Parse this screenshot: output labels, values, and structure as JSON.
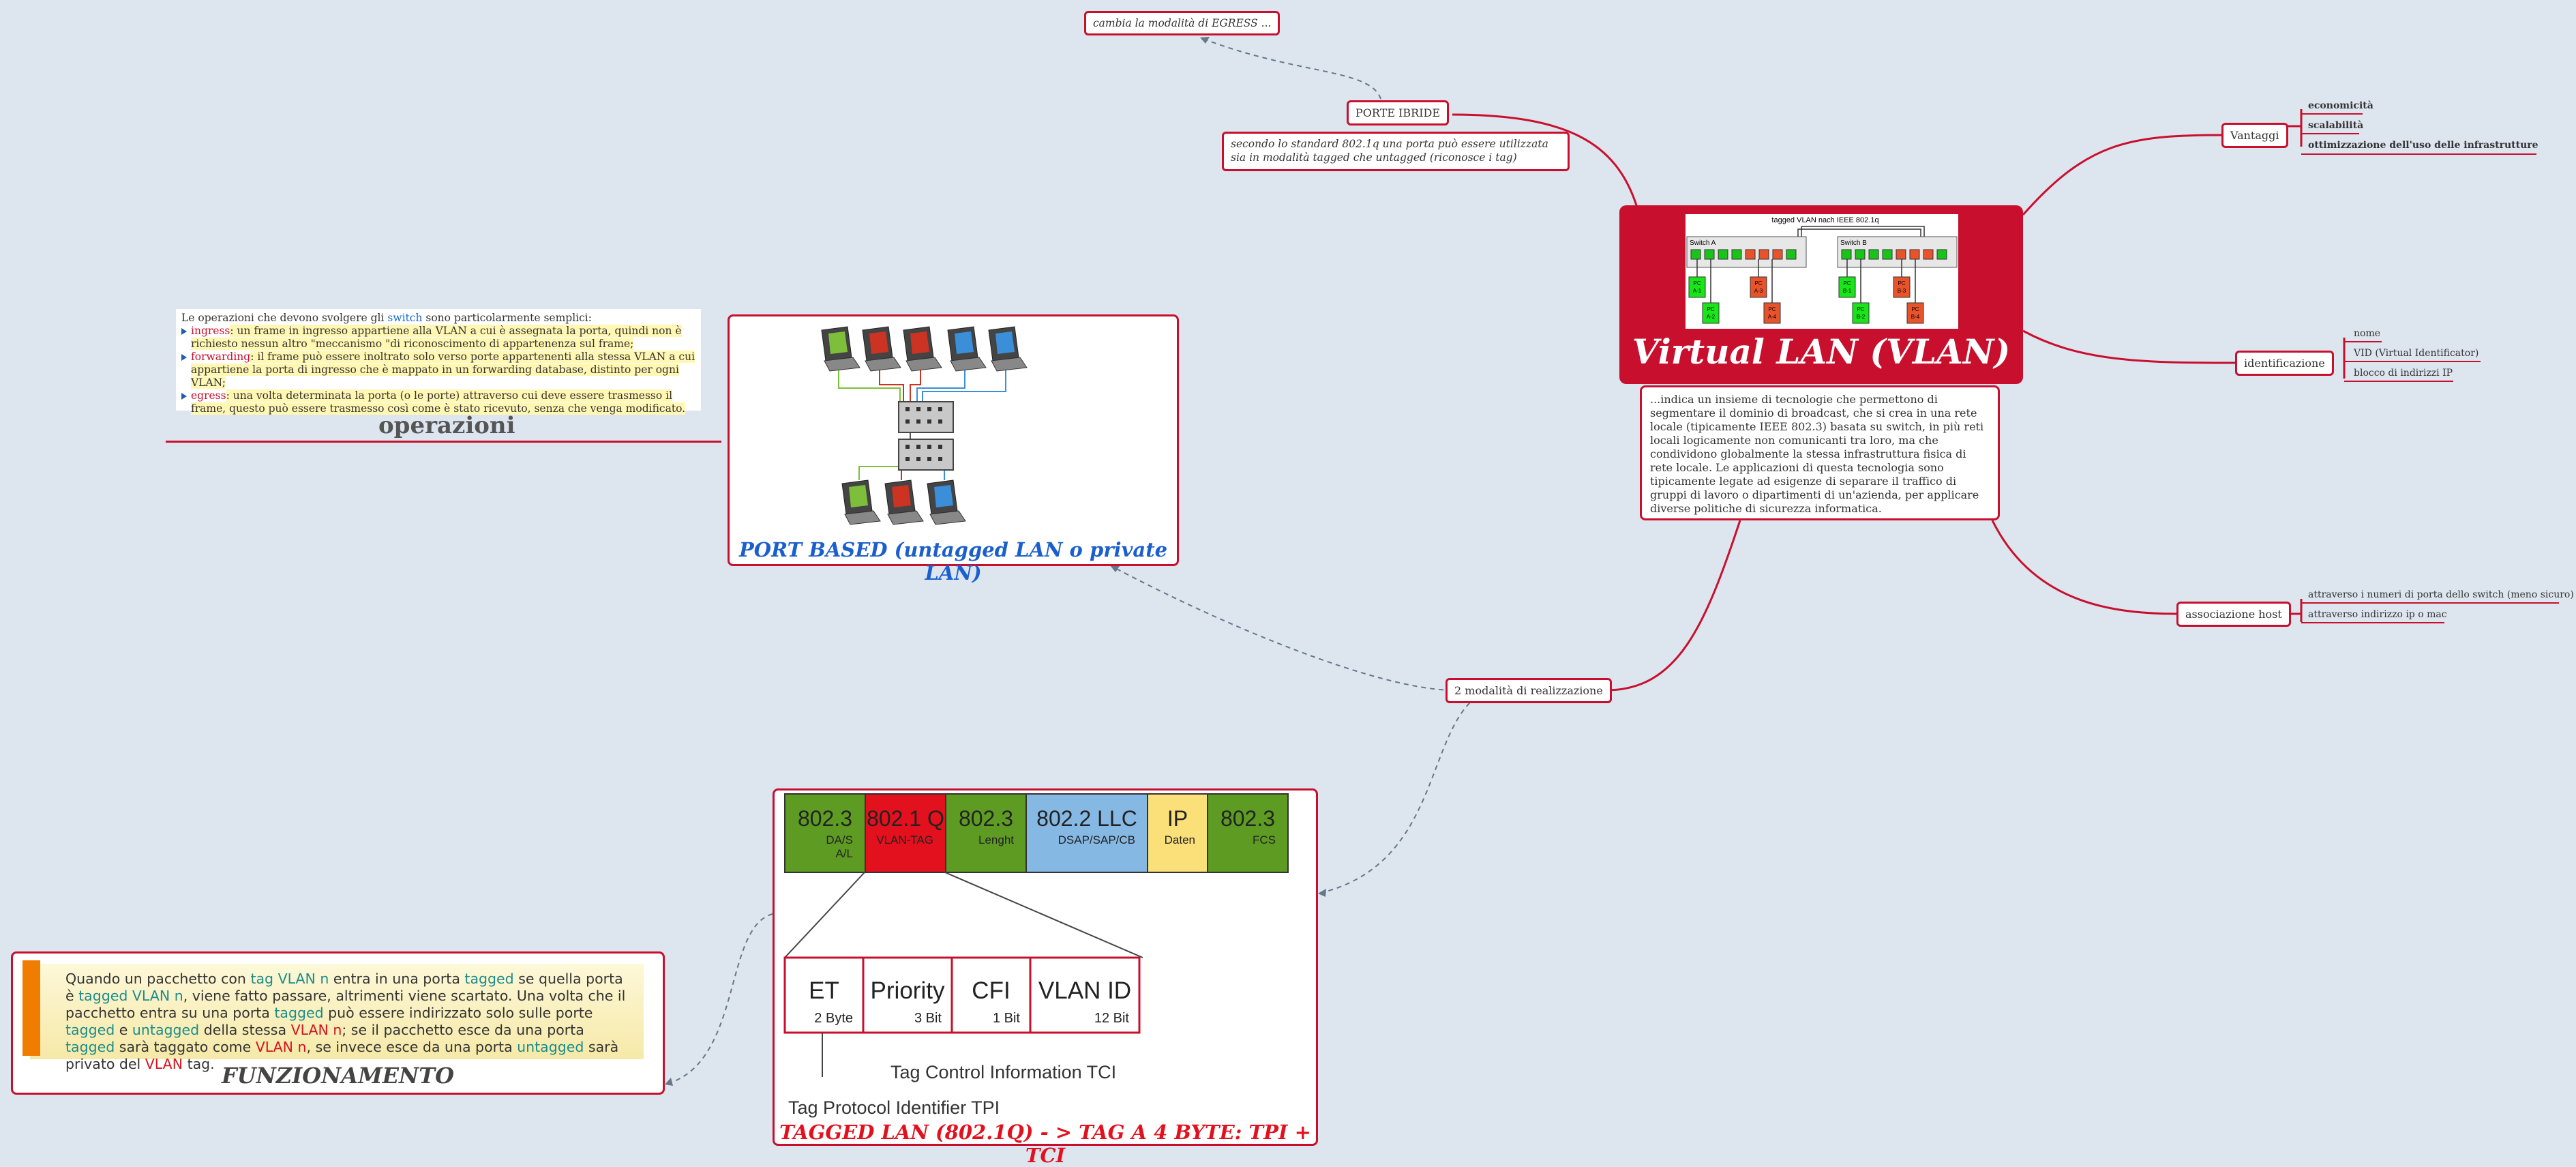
{
  "central": {
    "title": "Virtual LAN (VLAN)",
    "diagram_caption": "tagged VLAN nach IEEE 802.1q",
    "switch_a": "Switch A",
    "switch_b": "Switch B",
    "pcs": [
      "PC A-1",
      "PC A-2",
      "PC A-3",
      "PC A-4",
      "PC B-1",
      "PC B-2",
      "PC B-3",
      "PC B-4"
    ]
  },
  "description": "...indica un insieme di tecnologie che permettono di segmentare il dominio di broadcast, che si crea in una rete locale (tipicamente IEEE 802.3) basata su switch, in più reti locali logicamente non comunicanti tra loro, ma che condividono globalmente la stessa infrastruttura fisica di rete locale. Le applicazioni di questa tecnologia sono tipicamente legate ad esigenze di separare il traffico di gruppi di lavoro o dipartimenti di un'azienda, per applicare diverse politiche di sicurezza informatica.",
  "vantaggi": {
    "label": "Vantaggi",
    "items": [
      "economicità",
      "scalabilità",
      "ottimizzazione dell'uso delle infrastrutture"
    ]
  },
  "identificazione": {
    "label": "identificazione",
    "items": [
      "nome",
      "VID (Virtual Identificator)",
      "blocco di indirizzi IP"
    ]
  },
  "associazione": {
    "label": "associazione host",
    "items": [
      "attraverso i numeri di porta dello switch (meno sicuro)",
      "attraverso indirizzo ip o mac"
    ]
  },
  "porte_ibride": {
    "label": "PORTE IBRIDE",
    "egress_note": "cambia la modalità di EGRESS ...",
    "note": "secondo lo standard 802.1q una porta può essere utilizzata sia in modalità tagged che untagged (riconosce i tag)"
  },
  "modalita": {
    "label": "2 modalità di realizzazione"
  },
  "operazioni": {
    "title": "operazioni",
    "intro_a": "Le operazioni che devono svolgere gli ",
    "intro_switch": "switch",
    "intro_b": " sono particolarmente semplici:",
    "item1_key": "ingress",
    "item1_text": ": un frame in ingresso appartiene alla VLAN a cui è assegnata la porta, quindi non è richiesto nessun altro \"meccanismo \"di riconoscimento di appartenenza sul frame;",
    "item2_key": "forwarding",
    "item2_text": ": il frame può essere inoltrato solo verso porte appartenenti alla stessa VLAN a cui appartiene la porta di ingresso che è mappato in un forwarding database, distinto per ogni VLAN;",
    "item3_key": "egress",
    "item3_text": ": una volta determinata la porta (o le porte) attraverso cui deve essere trasmesso il frame, questo può essere trasmesso così come è stato ricevuto, senza che venga modificato."
  },
  "port_based": {
    "title": "PORT BASED (untagged LAN o private LAN)"
  },
  "tagged": {
    "title": "TAGGED LAN (802.1Q) - > TAG A 4 BYTE: TPI + TCI",
    "frame": [
      {
        "name": "802.3",
        "sub": "DA/S A/L",
        "color": "#5e9b22"
      },
      {
        "name": "802.1 Q",
        "sub": "VLAN-TAG",
        "color": "#e3101e"
      },
      {
        "name": "802.3",
        "sub": "Lenght",
        "color": "#5e9b22"
      },
      {
        "name": "802.2 LLC",
        "sub": "DSAP/SAP/CB",
        "color": "#86b8e4"
      },
      {
        "name": "IP",
        "sub": "Daten",
        "color": "#fbe07a"
      },
      {
        "name": "802.3",
        "sub": "FCS",
        "color": "#5e9b22"
      }
    ],
    "tag_fields": [
      {
        "name": "ET",
        "sub": "2 Byte"
      },
      {
        "name": "Priority",
        "sub": "3 Bit"
      },
      {
        "name": "CFI",
        "sub": "1 Bit"
      },
      {
        "name": "VLAN ID",
        "sub": "12 Bit"
      }
    ],
    "tci_label": "Tag Control Information TCI",
    "tpi_label": "Tag Protocol Identifier TPI"
  },
  "funzionamento": {
    "title": "FUNZIONAMENTO",
    "parts": [
      {
        "t": "Quando un pacchetto con ",
        "c": ""
      },
      {
        "t": "tag VLAN n",
        "c": "teal"
      },
      {
        "t": " entra in una porta ",
        "c": ""
      },
      {
        "t": "tagged",
        "c": "teal"
      },
      {
        "t": " se quella porta è ",
        "c": ""
      },
      {
        "t": "tagged VLAN n",
        "c": "teal"
      },
      {
        "t": ", viene fatto passare, altrimenti viene scartato. Una volta che il pacchetto entra su una porta ",
        "c": ""
      },
      {
        "t": "tagged",
        "c": "teal"
      },
      {
        "t": " può essere indirizzato solo sulle porte ",
        "c": ""
      },
      {
        "t": "tagged",
        "c": "teal"
      },
      {
        "t": " e ",
        "c": ""
      },
      {
        "t": "untagged",
        "c": "teal"
      },
      {
        "t": " della stessa ",
        "c": ""
      },
      {
        "t": "VLAN n",
        "c": "red"
      },
      {
        "t": "; se il pacchetto esce da una porta ",
        "c": ""
      },
      {
        "t": "tagged",
        "c": "teal"
      },
      {
        "t": " sarà taggato come ",
        "c": ""
      },
      {
        "t": "VLAN n",
        "c": "red"
      },
      {
        "t": ", se invece esce da una porta ",
        "c": ""
      },
      {
        "t": "untagged",
        "c": "teal"
      },
      {
        "t": " sarà privato del ",
        "c": ""
      },
      {
        "t": "VLAN",
        "c": "red"
      },
      {
        "t": " tag.",
        "c": ""
      }
    ]
  },
  "colors": {
    "accent": "#c8102e",
    "background": "#dde5ef",
    "dashed": "#667788"
  }
}
